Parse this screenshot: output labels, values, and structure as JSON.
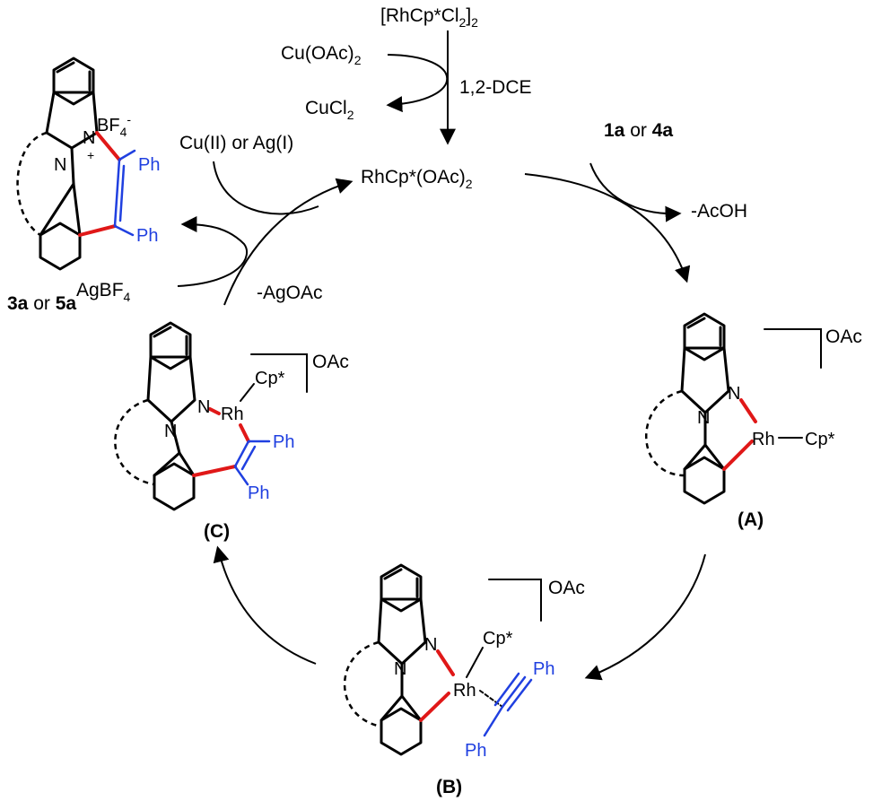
{
  "colors": {
    "bond": "#000000",
    "new_bond": "#e01818",
    "alkyne": "#2040e0"
  },
  "precatalyst": {
    "reagent": "[RhCp*Cl",
    "reagent_sub": "2",
    "reagent_close": "]",
    "reagent_sub2": "2",
    "oxidant": "Cu(OAc)",
    "oxidant_sub": "2",
    "byproduct": "CuCl",
    "byproduct_sub": "2",
    "solvent": "1,2-DCE"
  },
  "catalyst": {
    "label": "RhCp*(OAc)",
    "sub": "2"
  },
  "step1": {
    "substrate_a": "1a",
    "or": " or ",
    "substrate_b": "4a",
    "loss": "-AcOH"
  },
  "step4": {
    "reagent": "AgBF",
    "reagent_sub": "4",
    "loss": "-AgOAc",
    "reoxidant": "Cu(II) or Ag(I)"
  },
  "product": {
    "anion": "BF",
    "anion_sub": "4",
    "anion_sup": "-",
    "plus": "+",
    "label_a": "3a",
    "or": " or ",
    "label_b": "5a"
  },
  "atoms": {
    "N": "N",
    "Rh": "Rh",
    "Cp": "Cp*",
    "Ph": "Ph",
    "OAc": "OAc"
  },
  "intermediates": {
    "A": {
      "label": "(A)"
    },
    "B": {
      "label": "(B)"
    },
    "C": {
      "label": "(C)"
    }
  }
}
